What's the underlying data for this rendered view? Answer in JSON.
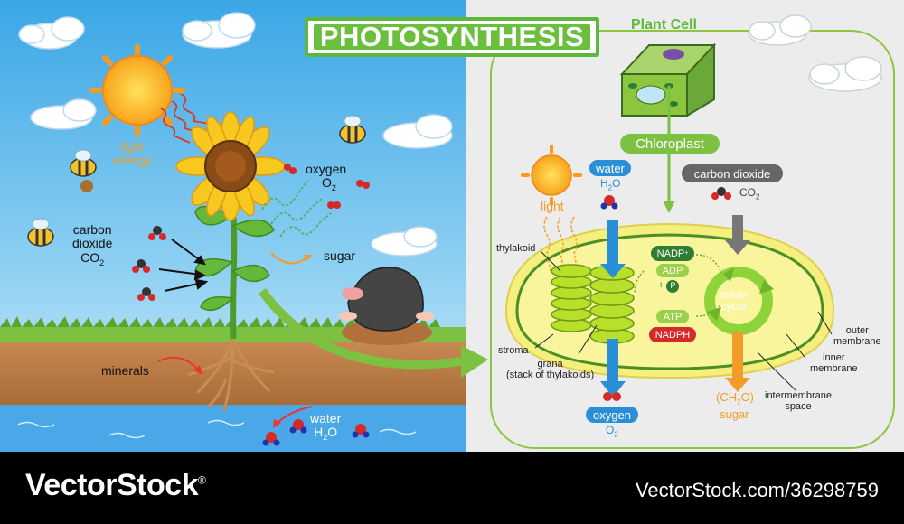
{
  "title": "PHOTOSYNTHESIS",
  "left": {
    "light_energy": [
      "light",
      "energy"
    ],
    "oxygen": "oxygen",
    "o2": "O",
    "o2_sub": "2",
    "sugar": "sugar",
    "carbon_dioxide": [
      "carbon",
      "dioxide"
    ],
    "co2": "CO",
    "co2_sub": "2",
    "minerals": "minerals",
    "water": "water",
    "h2o": "H",
    "h2o_sub": "2",
    "h2o_end": "O"
  },
  "right": {
    "plant_cell": "Plant Cell",
    "chloroplast": "Chloroplast",
    "light": "light",
    "water": "water",
    "h2o": "H",
    "h2o_sub": "2",
    "h2o_end": "O",
    "carbon_dioxide": "carbon dioxide",
    "co2": "CO",
    "co2_sub": "2",
    "thylakoid": "thylakoid",
    "nadp": "NADP",
    "nadp_sup": "+",
    "adp": "ADP",
    "p": "P",
    "atp": "ATP",
    "nadph": "NADPH",
    "calvin_cycle": [
      "calvin",
      "cycle"
    ],
    "stroma": "stroma",
    "grana": [
      "grana",
      "(stack of thylakoids)"
    ],
    "outer_membrane": [
      "outer",
      "membrane"
    ],
    "inner_membrane": [
      "inner",
      "membrane"
    ],
    "intermembrane_space": [
      "intermembrane",
      "space"
    ],
    "oxygen": "oxygen",
    "o2": "O",
    "o2_sub": "2",
    "ch2o": "(CH",
    "ch2o_sub": "2",
    "ch2o_end": "O)",
    "sugar": "sugar"
  },
  "footer": {
    "brand": "VectorStock",
    "brand_mark": "®",
    "stock_id": "VectorStock.com/36298759"
  },
  "colors": {
    "sky": "#4fb3ea",
    "right_bg": "#ececec",
    "title_green": "#6abf3c",
    "arrow_green": "#7dc142",
    "water_blue": "#2a8fd6",
    "sugar_orange": "#f39c2a"
  }
}
